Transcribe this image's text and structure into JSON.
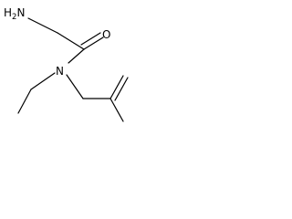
{
  "molecule": {
    "atoms": {
      "amine": {
        "element": "H",
        "count": "2",
        "suffix": "N"
      },
      "carbonyl_oxygen": {
        "element": "O"
      },
      "amide_nitrogen": {
        "element": "N"
      }
    }
  },
  "colors": {
    "bond": "#000000",
    "label": "#000000",
    "background": "#ffffff"
  }
}
